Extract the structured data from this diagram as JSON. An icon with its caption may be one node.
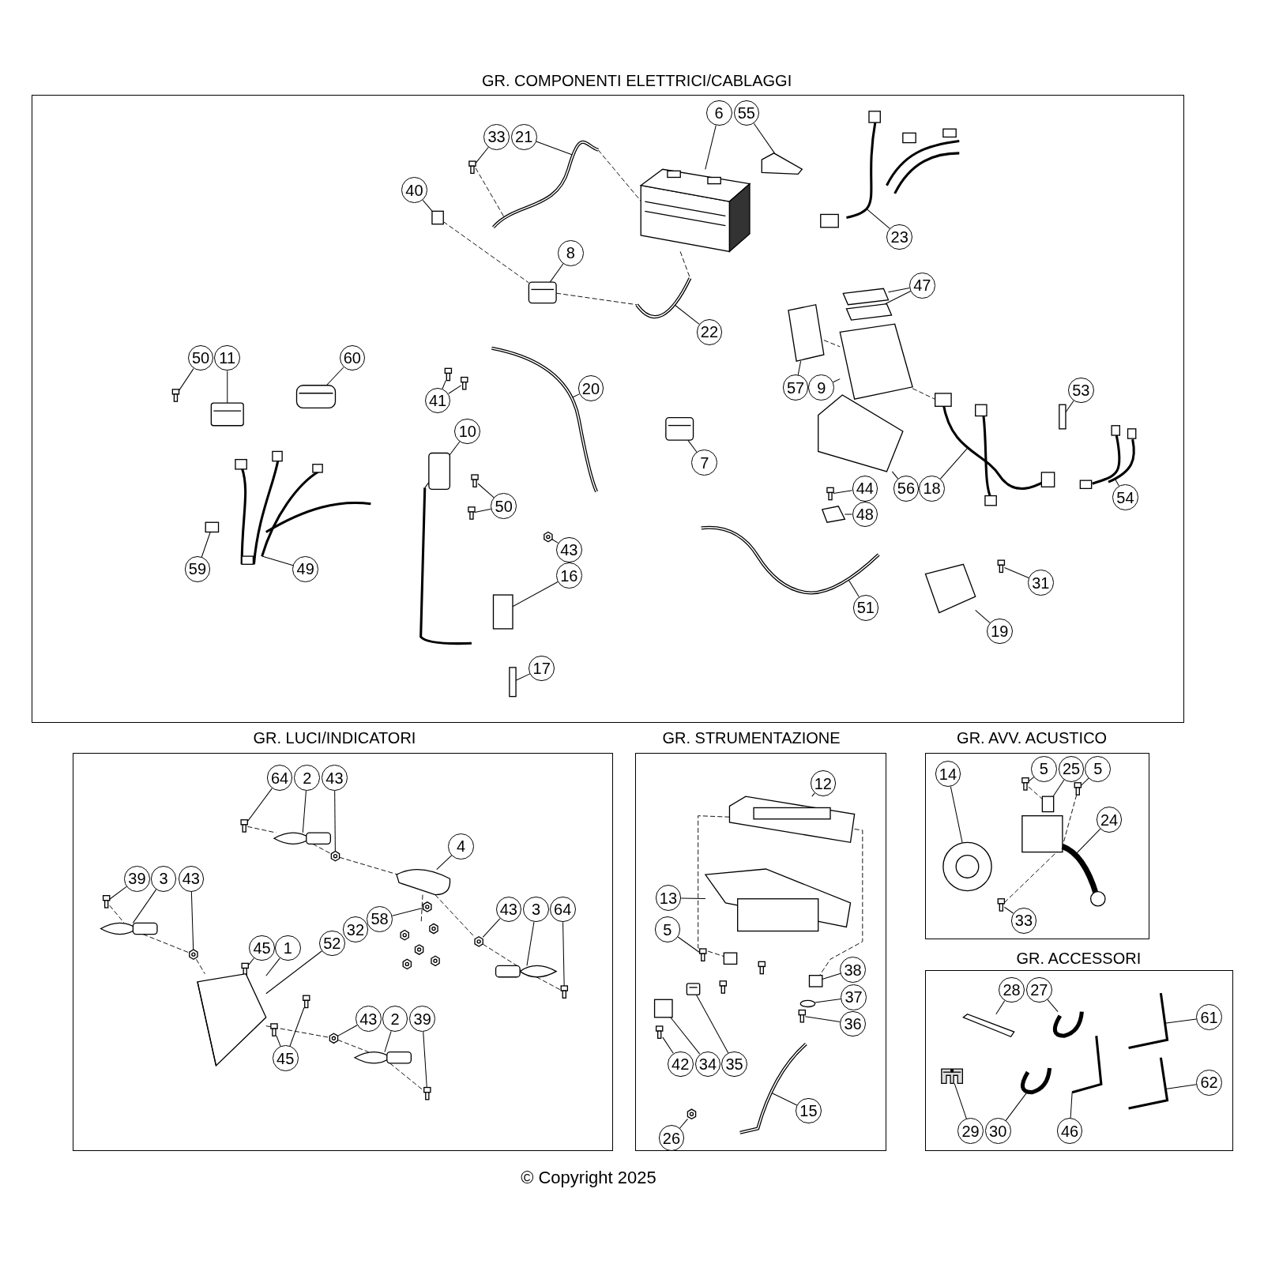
{
  "diagram": {
    "caption": "© Copyright 2025",
    "nodes": [
      {
        "text": [
          "GR. COMPONENTI ELETTRICI/CABLAGGI"
        ]
      },
      {
        "text": [
          "6"
        ],
        "in": 0
      },
      {
        "text": [
          "55"
        ],
        "in": 0
      },
      {
        "text": [
          "33"
        ],
        "in": 0
      },
      {
        "text": [
          "21"
        ],
        "in": 0
      },
      {
        "text": [
          "40"
        ],
        "in": 0
      },
      {
        "text": [
          "23"
        ],
        "in": 0
      },
      {
        "text": [
          "8"
        ],
        "in": 0
      },
      {
        "text": [
          "47"
        ],
        "in": 0
      },
      {
        "text": [
          "22"
        ],
        "in": 0
      },
      {
        "text": [
          "50"
        ],
        "in": 0
      },
      {
        "text": [
          "11"
        ],
        "in": 0
      },
      {
        "text": [
          "60"
        ],
        "in": 0
      },
      {
        "text": [
          "20"
        ],
        "in": 0
      },
      {
        "text": [
          "41"
        ],
        "in": 0
      },
      {
        "text": [
          "57"
        ],
        "in": 0
      },
      {
        "text": [
          "9"
        ],
        "in": 0
      },
      {
        "text": [
          "53"
        ],
        "in": 0
      },
      {
        "text": [
          "10"
        ],
        "in": 0
      },
      {
        "text": [
          "7"
        ],
        "in": 0
      },
      {
        "text": [
          "56"
        ],
        "in": 0
      },
      {
        "text": [
          "18"
        ],
        "in": 0
      },
      {
        "text": [
          "54"
        ],
        "in": 0
      },
      {
        "text": [
          "44"
        ],
        "in": 0
      },
      {
        "text": [
          "50"
        ],
        "in": 0
      },
      {
        "text": [
          "48"
        ],
        "in": 0
      },
      {
        "text": [
          "43"
        ],
        "in": 0
      },
      {
        "text": [
          "59"
        ],
        "in": 0
      },
      {
        "text": [
          "49"
        ],
        "in": 0
      },
      {
        "text": [
          "16"
        ],
        "in": 0
      },
      {
        "text": [
          "31"
        ],
        "in": 0
      },
      {
        "text": [
          "51"
        ],
        "in": 0
      },
      {
        "text": [
          "19"
        ],
        "in": 0
      },
      {
        "text": [
          "17"
        ],
        "in": 0
      },
      {
        "text": [
          "GR. LUCI/INDICATORI"
        ]
      },
      {
        "text": [
          "64"
        ],
        "in": 34
      },
      {
        "text": [
          "2"
        ],
        "in": 34
      },
      {
        "text": [
          "43"
        ],
        "in": 34
      },
      {
        "text": [
          "39"
        ],
        "in": 34
      },
      {
        "text": [
          "3"
        ],
        "in": 34
      },
      {
        "text": [
          "43"
        ],
        "in": 34
      },
      {
        "text": [
          "4"
        ],
        "in": 34
      },
      {
        "text": [
          "43"
        ],
        "in": 34
      },
      {
        "text": [
          "3"
        ],
        "in": 34
      },
      {
        "text": [
          "64"
        ],
        "in": 34
      },
      {
        "text": [
          "58"
        ],
        "in": 34
      },
      {
        "text": [
          "32"
        ],
        "in": 34
      },
      {
        "text": [
          "45"
        ],
        "in": 34
      },
      {
        "text": [
          "1"
        ],
        "in": 34
      },
      {
        "text": [
          "52"
        ],
        "in": 34
      },
      {
        "text": [
          "45"
        ],
        "in": 34
      },
      {
        "text": [
          "43"
        ],
        "in": 34
      },
      {
        "text": [
          "2"
        ],
        "in": 34
      },
      {
        "text": [
          "39"
        ],
        "in": 34
      },
      {
        "text": [
          "GR. STRUMENTAZIONE"
        ]
      },
      {
        "text": [
          "12"
        ],
        "in": 54
      },
      {
        "text": [
          "13"
        ],
        "in": 54
      },
      {
        "text": [
          "5"
        ],
        "in": 54
      },
      {
        "text": [
          "38"
        ],
        "in": 54
      },
      {
        "text": [
          "37"
        ],
        "in": 54
      },
      {
        "text": [
          "36"
        ],
        "in": 54
      },
      {
        "text": [
          "42"
        ],
        "in": 54
      },
      {
        "text": [
          "34"
        ],
        "in": 54
      },
      {
        "text": [
          "35"
        ],
        "in": 54
      },
      {
        "text": [
          "15"
        ],
        "in": 54
      },
      {
        "text": [
          "26"
        ],
        "in": 54
      },
      {
        "text": [
          "GR. AVV. ACUSTICO"
        ]
      },
      {
        "text": [
          "14"
        ],
        "in": 66
      },
      {
        "text": [
          "5"
        ],
        "in": 66
      },
      {
        "text": [
          "25"
        ],
        "in": 66
      },
      {
        "text": [
          "5"
        ],
        "in": 66
      },
      {
        "text": [
          "24"
        ],
        "in": 66
      },
      {
        "text": [
          "33"
        ],
        "in": 66
      },
      {
        "text": [
          "GR. ACCESSORI"
        ]
      },
      {
        "text": [
          "28"
        ],
        "in": 73
      },
      {
        "text": [
          "27"
        ],
        "in": 73
      },
      {
        "text": [
          "61"
        ],
        "in": 73
      },
      {
        "text": [
          "62"
        ],
        "in": 73
      },
      {
        "text": [
          "29"
        ],
        "in": 73
      },
      {
        "text": [
          "30"
        ],
        "in": 73
      },
      {
        "text": [
          "46"
        ],
        "in": 73
      },
      {
        "text": [],
        "shape": "picture",
        "in": 0
      },
      {
        "text": [],
        "shape": "picture",
        "in": 0
      },
      {
        "text": [],
        "shape": "picture",
        "in": 0
      },
      {
        "text": [],
        "shape": "picture",
        "in": 0
      },
      {
        "text": [],
        "shape": "box",
        "in": 0
      },
      {
        "text": [],
        "shape": "picture",
        "in": 0
      },
      {
        "text": [],
        "shape": "picture",
        "in": 0
      },
      {
        "text": [],
        "shape": "picture",
        "in": 0
      },
      {
        "text": [],
        "shape": "picture",
        "in": 0
      },
      {
        "text": [],
        "shape": "picture",
        "in": 0
      },
      {
        "text": [],
        "shape": "picture",
        "in": 0
      },
      {
        "text": [],
        "shape": "picture",
        "in": 0
      },
      {
        "text": [],
        "shape": "picture",
        "in": 0
      },
      {
        "text": [],
        "shape": "picture",
        "in": 0
      },
      {
        "text": [],
        "shape": "picture",
        "in": 0
      },
      {
        "text": [],
        "shape": "picture",
        "in": 0
      },
      {
        "text": [],
        "shape": "picture",
        "in": 0
      },
      {
        "text": [],
        "shape": "picture",
        "in": 0
      },
      {
        "text": [],
        "shape": "box",
        "in": 0
      },
      {
        "text": [],
        "shape": "picture",
        "in": 0
      },
      {
        "text": [],
        "shape": "picture",
        "in": 0
      },
      {
        "text": [],
        "shape": "picture",
        "in": 0
      },
      {
        "text": [],
        "shape": "picture",
        "in": 0
      },
      {
        "text": [],
        "shape": "picture",
        "in": 0
      },
      {
        "text": [],
        "shape": "picture",
        "in": 0
      },
      {
        "text": [],
        "shape": "picture",
        "in": 0
      },
      {
        "text": [],
        "shape": "picture",
        "in": 0
      },
      {
        "text": [],
        "shape": "picture",
        "in": 0
      },
      {
        "text": [],
        "shape": "picture",
        "in": 0
      },
      {
        "text": [],
        "shape": "box",
        "in": 0
      },
      {
        "text": [],
        "shape": "picture",
        "in": 0
      },
      {
        "text": [],
        "shape": "box",
        "in": 0
      },
      {
        "text": [],
        "shape": "picture",
        "in": 0
      },
      {
        "text": [],
        "shape": "picture",
        "in": 0
      },
      {
        "text": [],
        "shape": "picture",
        "in": 0
      },
      {
        "text": [],
        "shape": "box",
        "in": 0
      },
      {
        "text": [],
        "shape": "picture",
        "in": 34
      },
      {
        "text": [],
        "shape": "picture",
        "in": 34
      },
      {
        "text": [],
        "shape": "picture",
        "in": 34
      },
      {
        "text": [],
        "shape": "picture",
        "in": 34
      },
      {
        "text": [],
        "shape": "picture",
        "in": 34
      },
      {
        "text": [],
        "shape": "picture",
        "in": 34
      },
      {
        "text": [],
        "shape": "picture",
        "in": 34
      },
      {
        "text": [],
        "shape": "picture",
        "in": 34
      },
      {
        "text": [],
        "shape": "picture",
        "in": 34
      },
      {
        "text": [],
        "shape": "picture",
        "in": 34
      },
      {
        "text": [],
        "shape": "picture",
        "in": 34
      },
      {
        "text": [],
        "shape": "picture",
        "in": 34
      },
      {
        "text": [],
        "shape": "picture",
        "in": 34
      },
      {
        "text": [],
        "shape": "picture",
        "in": 34
      },
      {
        "text": [],
        "shape": "picture",
        "in": 34
      },
      {
        "text": [],
        "shape": "picture",
        "in": 34
      },
      {
        "text": [],
        "shape": "picture",
        "in": 34
      },
      {
        "text": [],
        "shape": "picture",
        "in": 34
      },
      {
        "text": [],
        "shape": "picture",
        "in": 34
      },
      {
        "text": [],
        "shape": "picture",
        "in": 54
      },
      {
        "text": [],
        "shape": "picture",
        "in": 54
      },
      {
        "text": [],
        "shape": "picture",
        "in": 54
      },
      {
        "text": [],
        "shape": "box",
        "in": 54
      },
      {
        "text": [],
        "shape": "circle",
        "in": 54
      },
      {
        "text": [],
        "shape": "picture",
        "in": 54
      },
      {
        "text": [],
        "shape": "picture",
        "in": 54
      },
      {
        "text": [],
        "shape": "box",
        "in": 54
      },
      {
        "text": [],
        "shape": "picture",
        "in": 54
      },
      {
        "text": [],
        "shape": "picture",
        "in": 54
      },
      {
        "text": [],
        "shape": "picture",
        "in": 54
      },
      {
        "text": [],
        "shape": "box",
        "in": 54
      },
      {
        "text": [],
        "shape": "picture",
        "in": 66
      },
      {
        "text": [],
        "shape": "picture",
        "in": 66
      },
      {
        "text": [],
        "shape": "box",
        "in": 66
      },
      {
        "text": [],
        "shape": "picture",
        "in": 66
      },
      {
        "text": [],
        "shape": "picture",
        "in": 66
      },
      {
        "text": [],
        "shape": "picture",
        "in": 66
      },
      {
        "text": [],
        "shape": "picture",
        "in": 73
      },
      {
        "text": [],
        "shape": "picture",
        "in": 73
      },
      {
        "text": [],
        "shape": "picture",
        "in": 73
      },
      {
        "text": [],
        "shape": "picture",
        "in": 73
      },
      {
        "text": [],
        "shape": "picture",
        "in": 73
      },
      {
        "text": [],
        "shape": "picture",
        "in": 73
      },
      {
        "text": [],
        "shape": "picture",
        "in": 73
      }
    ],
    "edges": [
      {
        "from": 1,
        "to": 81,
        "arrow": "none"
      },
      {
        "from": 2,
        "to": 82,
        "arrow": "none"
      },
      {
        "from": 3,
        "to": 83,
        "arrow": "none"
      },
      {
        "from": 4,
        "to": 84,
        "arrow": "none"
      },
      {
        "from": 5,
        "to": 85,
        "arrow": "none"
      },
      {
        "from": 6,
        "to": 86,
        "arrow": "none"
      },
      {
        "from": 7,
        "to": 87,
        "arrow": "none"
      },
      {
        "from": 8,
        "to": 88,
        "arrow": "none"
      },
      {
        "from": 8,
        "to": 89,
        "arrow": "none"
      },
      {
        "from": 9,
        "to": 90,
        "arrow": "none"
      },
      {
        "from": 10,
        "to": 91,
        "arrow": "none"
      },
      {
        "from": 11,
        "to": 92,
        "arrow": "none"
      },
      {
        "from": 12,
        "to": 93,
        "arrow": "none"
      },
      {
        "from": 13,
        "to": 94,
        "arrow": "none"
      },
      {
        "from": 14,
        "to": 95,
        "arrow": "none"
      },
      {
        "from": 14,
        "to": 96,
        "arrow": "none"
      },
      {
        "from": 15,
        "to": 97,
        "arrow": "none"
      },
      {
        "from": 16,
        "to": 98,
        "arrow": "none"
      },
      {
        "from": 17,
        "to": 99,
        "arrow": "none"
      },
      {
        "from": 18,
        "to": 100,
        "arrow": "none"
      },
      {
        "from": 19,
        "to": 101,
        "arrow": "none"
      },
      {
        "from": 20,
        "to": 102,
        "arrow": "none"
      },
      {
        "from": 21,
        "to": 103,
        "arrow": "none"
      },
      {
        "from": 22,
        "to": 104,
        "arrow": "none"
      },
      {
        "from": 23,
        "to": 105,
        "arrow": "none"
      },
      {
        "from": 24,
        "to": 106,
        "arrow": "none"
      },
      {
        "from": 24,
        "to": 107,
        "arrow": "none"
      },
      {
        "from": 25,
        "to": 108,
        "arrow": "none"
      },
      {
        "from": 26,
        "to": 109,
        "arrow": "none"
      },
      {
        "from": 27,
        "to": 110,
        "arrow": "none"
      },
      {
        "from": 28,
        "to": 111,
        "arrow": "none"
      },
      {
        "from": 29,
        "to": 112,
        "arrow": "none"
      },
      {
        "from": 30,
        "to": 113,
        "arrow": "none"
      },
      {
        "from": 31,
        "to": 114,
        "arrow": "none"
      },
      {
        "from": 32,
        "to": 115,
        "arrow": "none"
      },
      {
        "from": 33,
        "to": 116,
        "arrow": "none"
      },
      {
        "from": 35,
        "to": 117,
        "arrow": "none"
      },
      {
        "from": 36,
        "to": 118,
        "arrow": "none"
      },
      {
        "from": 37,
        "to": 119,
        "arrow": "none"
      },
      {
        "from": 38,
        "to": 120,
        "arrow": "none"
      },
      {
        "from": 39,
        "to": 121,
        "arrow": "none"
      },
      {
        "from": 40,
        "to": 122,
        "arrow": "none"
      },
      {
        "from": 41,
        "to": 123,
        "arrow": "none"
      },
      {
        "from": 42,
        "to": 124,
        "arrow": "none"
      },
      {
        "from": 43,
        "to": 125,
        "arrow": "none"
      },
      {
        "from": 44,
        "to": 126,
        "arrow": "none"
      },
      {
        "from": 45,
        "to": 127,
        "arrow": "none"
      },
      {
        "from": 47,
        "to": 129,
        "arrow": "none"
      },
      {
        "from": 48,
        "to": 130,
        "arrow": "none"
      },
      {
        "from": 49,
        "to": 130,
        "arrow": "none"
      },
      {
        "from": 50,
        "to": 131,
        "arrow": "none"
      },
      {
        "from": 50,
        "to": 132,
        "arrow": "none"
      },
      {
        "from": 51,
        "to": 133,
        "arrow": "none"
      },
      {
        "from": 52,
        "to": 134,
        "arrow": "none"
      },
      {
        "from": 53,
        "to": 135,
        "arrow": "none"
      },
      {
        "from": 55,
        "to": 136,
        "arrow": "none"
      },
      {
        "from": 56,
        "to": 137,
        "arrow": "none"
      },
      {
        "from": 57,
        "to": 138,
        "arrow": "none"
      },
      {
        "from": 58,
        "to": 139,
        "arrow": "none"
      },
      {
        "from": 59,
        "to": 140,
        "arrow": "none"
      },
      {
        "from": 60,
        "to": 141,
        "arrow": "none"
      },
      {
        "from": 61,
        "to": 142,
        "arrow": "none"
      },
      {
        "from": 62,
        "to": 143,
        "arrow": "none"
      },
      {
        "from": 63,
        "to": 144,
        "arrow": "none"
      },
      {
        "from": 64,
        "to": 145,
        "arrow": "none"
      },
      {
        "from": 65,
        "to": 146,
        "arrow": "none"
      },
      {
        "from": 67,
        "to": 148,
        "arrow": "none"
      },
      {
        "from": 68,
        "to": 149,
        "arrow": "none"
      },
      {
        "from": 69,
        "to": 150,
        "arrow": "none"
      },
      {
        "from": 70,
        "to": 151,
        "arrow": "none"
      },
      {
        "from": 71,
        "to": 152,
        "arrow": "none"
      },
      {
        "from": 72,
        "to": 153,
        "arrow": "none"
      },
      {
        "from": 74,
        "to": 154,
        "arrow": "none"
      },
      {
        "from": 75,
        "to": 155,
        "arrow": "none"
      },
      {
        "from": 76,
        "to": 156,
        "arrow": "none"
      },
      {
        "from": 77,
        "to": 157,
        "arrow": "none"
      },
      {
        "from": 78,
        "to": 158,
        "arrow": "none"
      },
      {
        "from": 79,
        "to": 159,
        "arrow": "none"
      },
      {
        "from": 80,
        "to": 160,
        "arrow": "none"
      },
      {
        "from": 83,
        "to": 84,
        "arrow": "none",
        "style": "dashed"
      },
      {
        "from": 84,
        "to": 81,
        "arrow": "none",
        "style": "dashed"
      },
      {
        "from": 81,
        "to": 90,
        "arrow": "none",
        "style": "dashed"
      },
      {
        "from": 85,
        "to": 87,
        "arrow": "none",
        "style": "dashed"
      },
      {
        "from": 87,
        "to": 90,
        "arrow": "none",
        "style": "dashed"
      },
      {
        "from": 97,
        "to": 98,
        "arrow": "none",
        "style": "dashed"
      },
      {
        "from": 98,
        "to": 103,
        "arrow": "none",
        "style": "dashed"
      },
      {
        "from": 117,
        "to": 118,
        "arrow": "none",
        "style": "dashed"
      },
      {
        "from": 118,
        "to": 119,
        "arrow": "none",
        "style": "dashed"
      },
      {
        "from": 119,
        "to": 123,
        "arrow": "none",
        "style": "dashed"
      },
      {
        "from": 123,
        "to": 124,
        "arrow": "none",
        "style": "dashed"
      },
      {
        "from": 124,
        "to": 125,
        "arrow": "none",
        "style": "dashed"
      },
      {
        "from": 125,
        "to": 126,
        "arrow": "none",
        "style": "dashed"
      },
      {
        "from": 120,
        "to": 121,
        "arrow": "none",
        "style": "dashed"
      },
      {
        "from": 121,
        "to": 122,
        "arrow": "none",
        "style": "dashed"
      },
      {
        "from": 122,
        "to": 130,
        "arrow": "none",
        "style": "dashed"
      },
      {
        "from": 130,
        "to": 133,
        "arrow": "none",
        "style": "dashed"
      },
      {
        "from": 133,
        "to": 134,
        "arrow": "none",
        "style": "dashed"
      },
      {
        "from": 134,
        "to": 135,
        "arrow": "none",
        "style": "dashed"
      },
      {
        "from": 123,
        "to": 128,
        "arrow": "none",
        "style": "dashed"
      },
      {
        "from": 136,
        "to": 147,
        "arrow": "none",
        "style": "dashed"
      },
      {
        "from": 136,
        "to": 139,
        "arrow": "none",
        "style": "dashed"
      },
      {
        "from": 149,
        "to": 150,
        "arrow": "none",
        "style": "dashed"
      },
      {
        "from": 151,
        "to": 152,
        "arrow": "none",
        "style": "dashed"
      },
      {
        "from": 153,
        "to": 152,
        "arrow": "none",
        "style": "dashed"
      }
    ]
  }
}
